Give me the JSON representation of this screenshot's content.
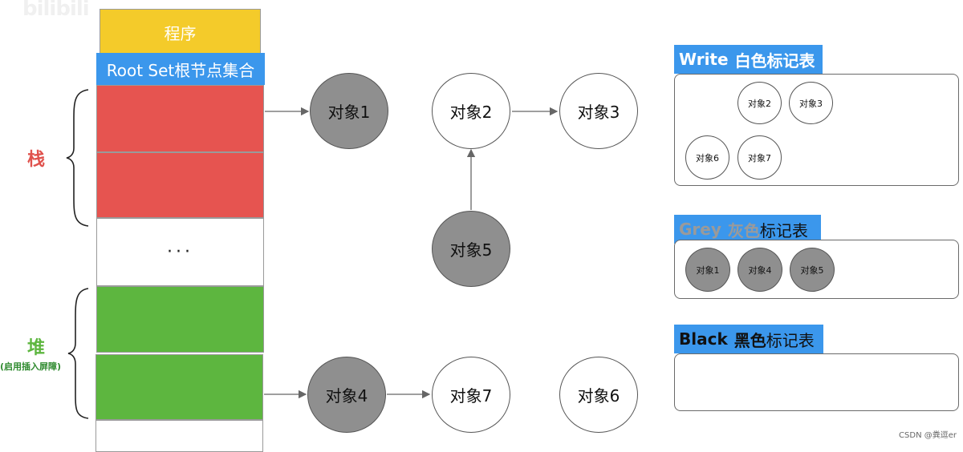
{
  "watermark": "bilibili",
  "stack_column": {
    "program_label": "程序",
    "rootset_label": "Root Set根节点集合",
    "ellipsis": "···",
    "stack_label": "栈",
    "heap_label": "堆",
    "heap_sublabel": "(启用插入屏障)"
  },
  "nodes": {
    "obj1": "对象1",
    "obj2": "对象2",
    "obj3": "对象3",
    "obj4": "对象4",
    "obj5": "对象5",
    "obj6": "对象6",
    "obj7": "对象7"
  },
  "tables": {
    "white": {
      "title_en": "Write",
      "title_cn": "白色标记表",
      "items": [
        "对象2",
        "对象3",
        "对象6",
        "对象7"
      ]
    },
    "grey": {
      "title_en": "Grey",
      "title_cn_colored": "灰色",
      "title_cn_rest": "标记表",
      "items": [
        "对象1",
        "对象4",
        "对象5"
      ]
    },
    "black": {
      "title_en": "Black",
      "title_cn_bold": "黑色",
      "title_cn_rest": "标记表",
      "items": []
    }
  },
  "credit": "CSDN @粪逗er",
  "colors": {
    "program": "#f4cb2a",
    "rootset": "#3b97ec",
    "stack": "#e65450",
    "heap": "#5db63f",
    "grey_node": "#8f8f8f",
    "table_title": "#3b97ec"
  }
}
